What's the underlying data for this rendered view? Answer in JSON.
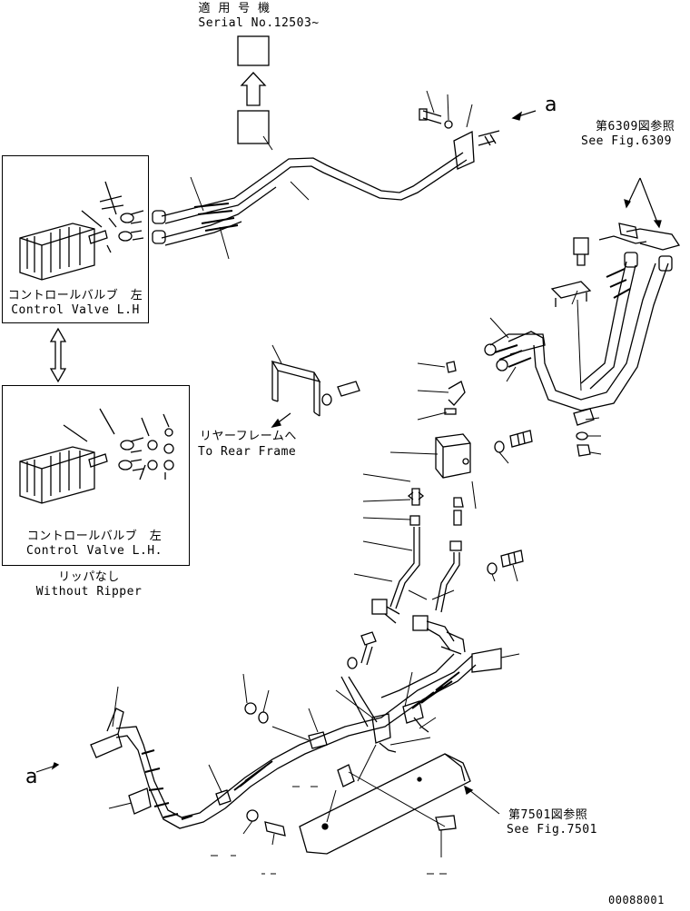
{
  "header": {
    "applicable_jp": "適 用 号 機",
    "serial": "Serial No.12503~"
  },
  "insets": {
    "top": {
      "name_jp": "コントロールバルブ　左",
      "name_en": "Control Valve L.H"
    },
    "bottom": {
      "name_jp": "コントロールバルブ　左",
      "name_en": "Control Valve L.H.",
      "note_jp": "リッパなし",
      "note_en": "Without Ripper"
    }
  },
  "refs": {
    "fig6309_jp": "第6309図参照",
    "fig6309_en": "See Fig.6309",
    "fig7501_jp": "第7501図参照",
    "fig7501_en": "See Fig.7501",
    "rear_frame_jp": "リヤーフレームへ",
    "rear_frame_en": "To Rear Frame"
  },
  "callouts": {
    "a_top": "a",
    "a_bottom": "a"
  },
  "drawing_number": "00088001",
  "colors": {
    "line": "#000000",
    "background": "#ffffff"
  }
}
